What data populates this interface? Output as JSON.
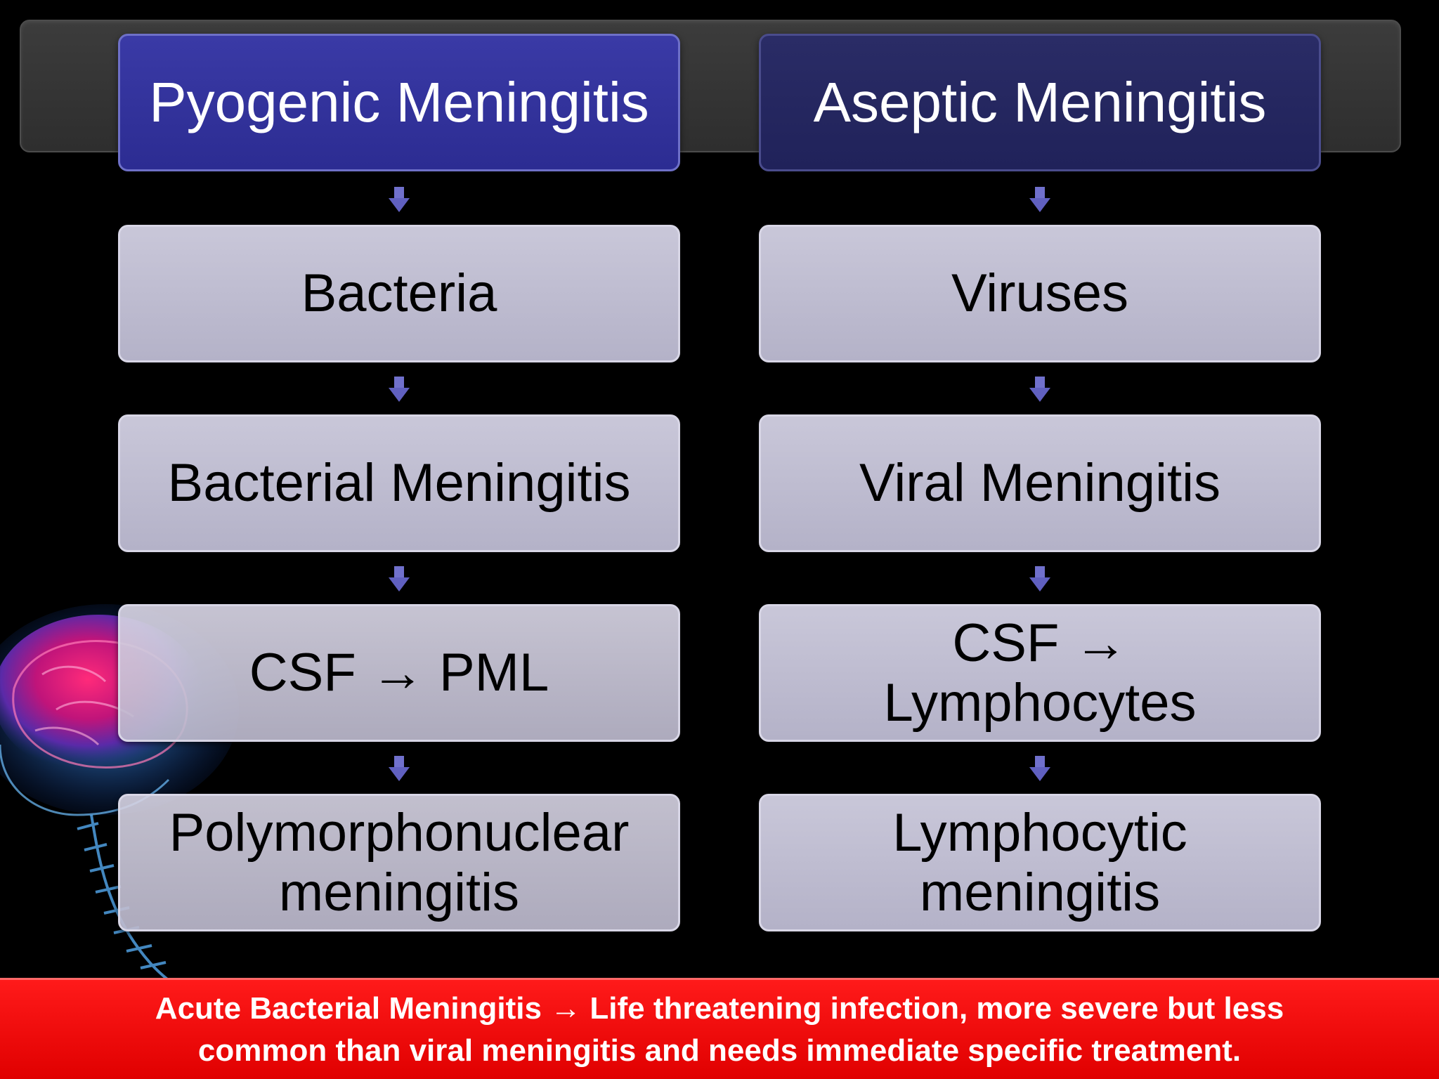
{
  "colors": {
    "background": "#000000",
    "header_left": "#2f2f99",
    "header_right": "#23255e",
    "step_box": "#bcbacf",
    "connector_arrow": "#6e6ec8",
    "banner": "#f20000"
  },
  "columns": [
    {
      "header": "Pyogenic Meningitis",
      "steps": [
        "Bacteria",
        "Bacterial Meningitis",
        "CSF → PML",
        "Polymorphonuclear\nmeningitis"
      ]
    },
    {
      "header": "Aseptic Meningitis",
      "steps": [
        "Viruses",
        "Viral Meningitis",
        "CSF →\nLymphocytes",
        "Lymphocytic\nmeningitis"
      ]
    }
  ],
  "banner": {
    "text": "Acute Bacterial Meningitis → Life threatening infection, more severe but less\ncommon than viral meningitis and needs immediate specific treatment."
  }
}
